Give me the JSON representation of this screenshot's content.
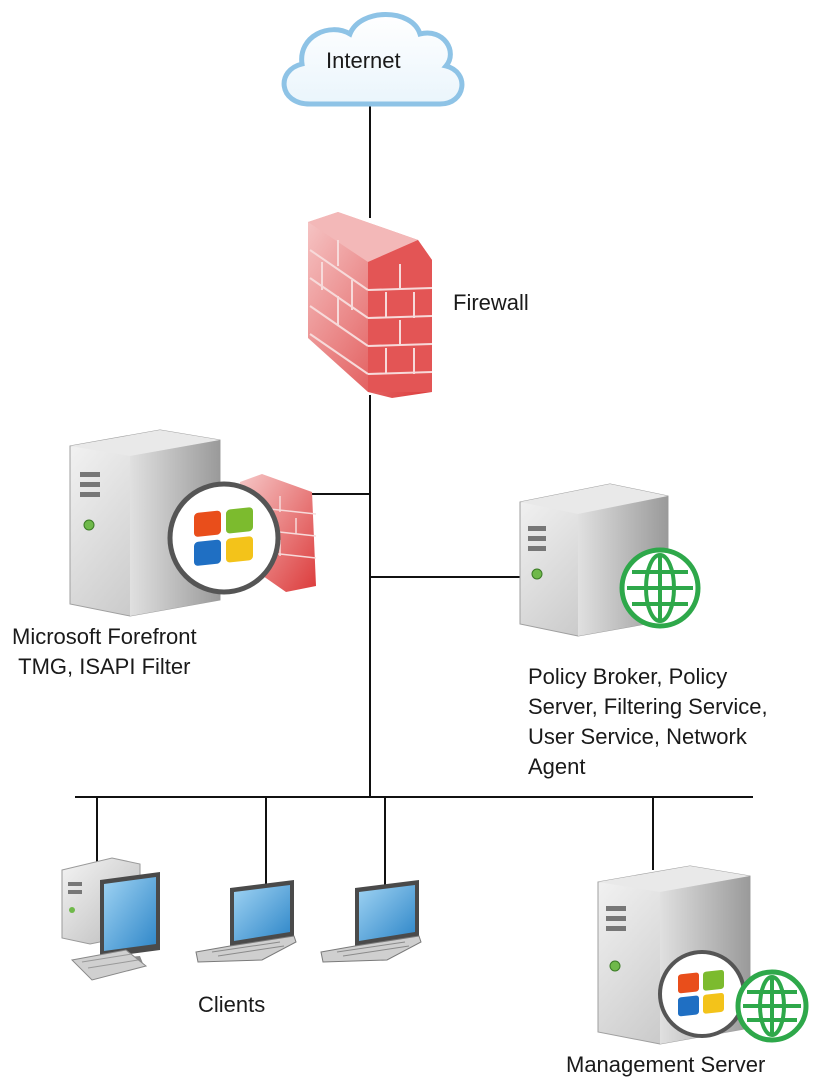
{
  "labels": {
    "internet": "Internet",
    "firewall": "Firewall",
    "tmg_line1": "Microsoft Forefront",
    "tmg_line2": "TMG, ISAPI Filter",
    "policy_line1": "Policy Broker, Policy",
    "policy_line2": "Server, Filtering Service,",
    "policy_line3": "User Service, Network",
    "policy_line4": "Agent",
    "clients": "Clients",
    "management": "Management Server"
  },
  "icons": {
    "internet": "cloud-icon",
    "firewall": "brick-firewall-icon",
    "tmg": "server-windows-firewall-icon",
    "policy": "server-globe-icon",
    "client_desktop": "desktop-computer-icon",
    "client_laptop": "laptop-icon",
    "management": "server-windows-globe-icon"
  },
  "colors": {
    "connector": "#111111",
    "cloud_stroke": "#8ec3e6",
    "brick": "#e25f5f",
    "globe": "#2ea84a",
    "server_body": "#d7d7d7",
    "screen": "#4a9ad6"
  }
}
